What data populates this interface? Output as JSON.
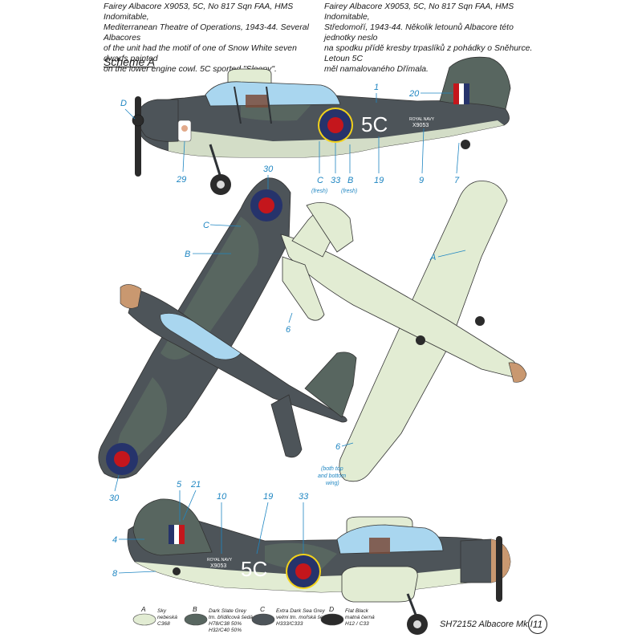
{
  "description_en": "Fairey Albacore X9053, 5C, No 817 Sqn FAA, HMS Indomitable,\nMediterranean Theatre of Operations, 1943-44. Several Albacores\nof the unit had the motif of one of Snow White seven dwarfs painted\non the lower engine cowl. 5C sported \"Sleepy\".",
  "description_cz": "Fairey Albacore X9053, 5C, No 817 Sqn FAA, HMS Indomitable,\nStředomoří, 1943-44. Několik letounů Albacore této jednotky neslo\nna spodku přídě kresby trpaslíků z pohádky o Sněhurce. Letoun 5C\nměl namalovaného Dřímala.",
  "scheme_label": "Scheme A",
  "aircraft_code": "5C",
  "serial_marking": "X9053",
  "navy_marking": "ROYAL NAVY",
  "callouts": {
    "d": "D",
    "c1": "1",
    "c20": "20",
    "c29": "29",
    "c_top": "C",
    "c_top_note": "(fresh)",
    "c33": "33",
    "b_top": "B",
    "b_top_note": "(fresh)",
    "c19": "19",
    "c9": "9",
    "c7": "7",
    "c30a": "30",
    "c_upper": "C",
    "b_upper": "B",
    "a_lower": "A",
    "c6a": "6",
    "c6b": "6",
    "c6_note1": "(both top",
    "c6_note2": "and bottom",
    "c6_note3": "wing)",
    "c30b": "30",
    "c5": "5",
    "c21": "21",
    "c10": "10",
    "c19b": "19",
    "c33b": "33",
    "c4": "4",
    "c8": "8"
  },
  "swatches": [
    {
      "key": "A",
      "name1": "Sky",
      "name2": "nebeská",
      "codes1": "C368",
      "codes2": "",
      "color": "#e2ecd3"
    },
    {
      "key": "B",
      "name1": "Dark Slate Grey",
      "name2": "tm. břidlicová šedá",
      "codes1": "H78/C38 50%",
      "codes2": "H32/C40 50%",
      "color": "#586660"
    },
    {
      "key": "C",
      "name1": "Extra Dark Sea Grey",
      "name2": "velmi tm. mořská šedá",
      "codes1": "H333/C333",
      "codes2": "",
      "color": "#4d5459"
    },
    {
      "key": "D",
      "name1": "Flat Black",
      "name2": "matná černá",
      "codes1": "H12 / C33",
      "codes2": "",
      "color": "#2b2b2b"
    }
  ],
  "footer": "SH72152 Albacore Mk.I",
  "page_number": "11",
  "colors": {
    "sky": "#e2ecd3",
    "dark_slate_grey": "#586660",
    "extra_dark_sea_grey": "#4d5459",
    "roundel_blue": "#26336b",
    "roundel_red": "#c4161c",
    "roundel_yellow": "#f2d21a",
    "canopy": "#a9d6ef",
    "callout_blue": "#1f86c2"
  }
}
